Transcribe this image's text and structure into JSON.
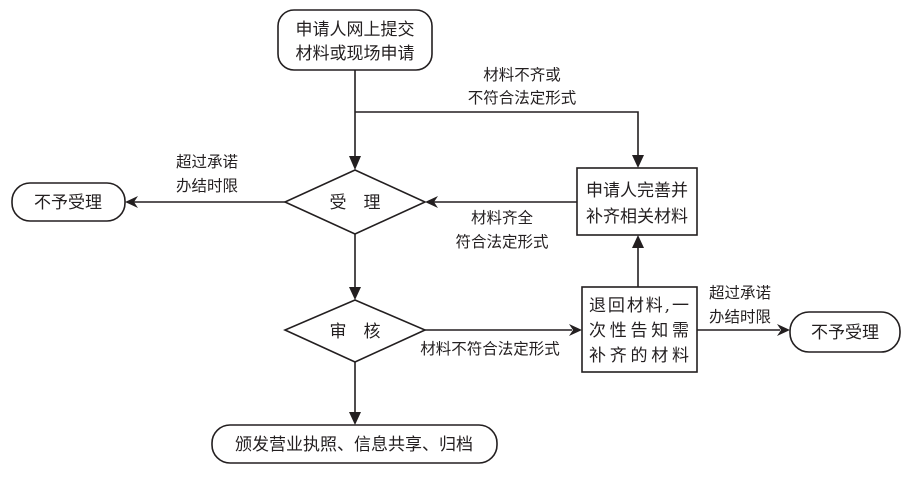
{
  "diagram": {
    "type": "flowchart",
    "nodes": {
      "start": {
        "shape": "rounded-rect",
        "lines": [
          "申请人网上提交",
          "材料或现场申请"
        ]
      },
      "accept": {
        "shape": "diamond",
        "label": "受　理"
      },
      "reject_left": {
        "shape": "rounded-rect",
        "label": "不予受理"
      },
      "supplement": {
        "shape": "rect",
        "lines": [
          "申请人完善并",
          "补齐相关材料"
        ]
      },
      "review": {
        "shape": "diamond",
        "label": "审　核"
      },
      "return": {
        "shape": "rect",
        "lines": [
          "退回材料,一",
          "次性告知需",
          "补齐的材料"
        ]
      },
      "reject_right": {
        "shape": "rounded-rect",
        "label": "不予受理"
      },
      "issue": {
        "shape": "rounded-rect",
        "label": "颁发营业执照、信息共享、归档"
      }
    },
    "edges": {
      "start_to_accept": {
        "from": "start",
        "to": "accept",
        "label": ""
      },
      "start_to_supplement": {
        "from": "start",
        "to": "supplement",
        "lines": [
          "材料不齐或",
          "不符合法定形式"
        ]
      },
      "accept_to_reject_left": {
        "from": "accept",
        "to": "reject_left",
        "lines": [
          "超过承诺",
          "办结时限"
        ]
      },
      "supplement_to_accept": {
        "from": "supplement",
        "to": "accept",
        "lines": [
          "材料齐全",
          "符合法定形式"
        ]
      },
      "accept_to_review": {
        "from": "accept",
        "to": "review",
        "label": ""
      },
      "review_to_return": {
        "from": "review",
        "to": "return",
        "label": "材料不符合法定形式"
      },
      "return_to_supplement": {
        "from": "return",
        "to": "supplement",
        "label": ""
      },
      "return_to_reject_right": {
        "from": "return",
        "to": "reject_right",
        "lines": [
          "超过承诺",
          "办结时限"
        ]
      },
      "review_to_issue": {
        "from": "review",
        "to": "issue",
        "label": ""
      }
    }
  }
}
